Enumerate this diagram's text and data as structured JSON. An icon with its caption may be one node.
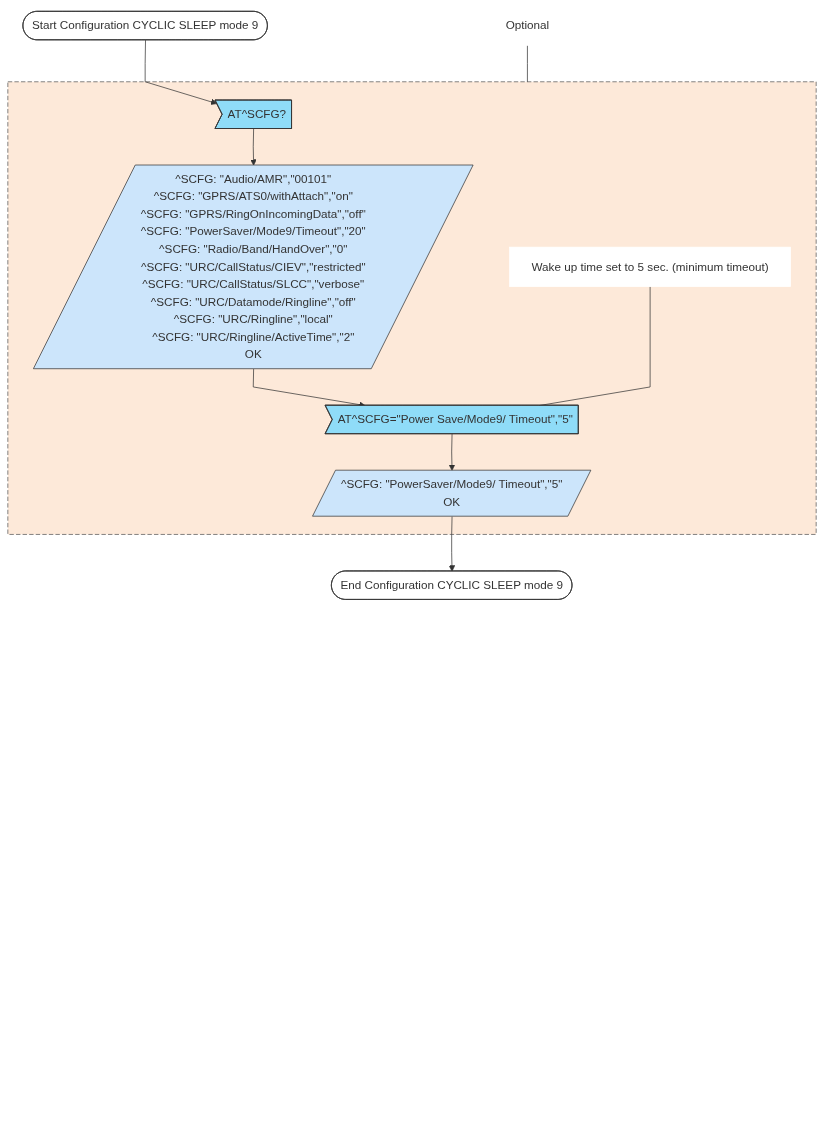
{
  "diagram": {
    "nodes": [
      {
        "text": [
          "Start Configuration CYCLIC SLEEP mode 9"
        ]
      },
      {
        "text": [
          "Optional"
        ]
      },
      {
        "text": [],
        "shape": "box"
      },
      {
        "text": [
          "AT^SCFG?"
        ],
        "in": 2
      },
      {
        "text": [
          "^SCFG: \"Audio/AMR\",\"00101\"",
          "^SCFG: \"GPRS/ATS0/withAttach\",\"on\"",
          "^SCFG: \"GPRS/RingOnIncomingData\",\"off\"",
          "^SCFG: \"PowerSaver/Mode9/Timeout\",\"20\"",
          "^SCFG: \"Radio/Band/HandOver\",\"0\"",
          "^SCFG: \"URC/CallStatus/CIEV\",\"restricted\"",
          "^SCFG: \"URC/CallStatus/SLCC\",\"verbose\"",
          "^SCFG: \"URC/Datamode/Ringline\",\"off\"",
          "^SCFG: \"URC/Ringline\",\"local\"",
          "^SCFG: \"URC/Ringline/ActiveTime\",\"2\"",
          "OK"
        ],
        "in": 2
      },
      {
        "text": [
          "AT^SCFG=\"Power Save/Mode9/ Timeout\",\"5\""
        ],
        "in": 2
      },
      {
        "text": [
          "Wake up time set to 5 sec. (minimum timeout)"
        ],
        "in": 2
      },
      {
        "text": [
          "^SCFG: \"PowerSaver/Mode9/ Timeout\",\"5\"",
          "OK"
        ],
        "in": 2
      },
      {
        "text": [
          "End Configuration CYCLIC SLEEP mode 9"
        ]
      }
    ],
    "edges": [
      {
        "from": 0,
        "to": 3,
        "arrow": "to"
      },
      {
        "from": 1,
        "to": 2,
        "arrow": "none"
      },
      {
        "from": 3,
        "to": 4,
        "arrow": "to"
      },
      {
        "from": 4,
        "to": 5,
        "arrow": "to"
      },
      {
        "from": 6,
        "to": 5,
        "arrow": "none"
      },
      {
        "from": 5,
        "to": 7,
        "arrow": "to"
      },
      {
        "from": 7,
        "to": 8,
        "arrow": "to"
      }
    ]
  }
}
